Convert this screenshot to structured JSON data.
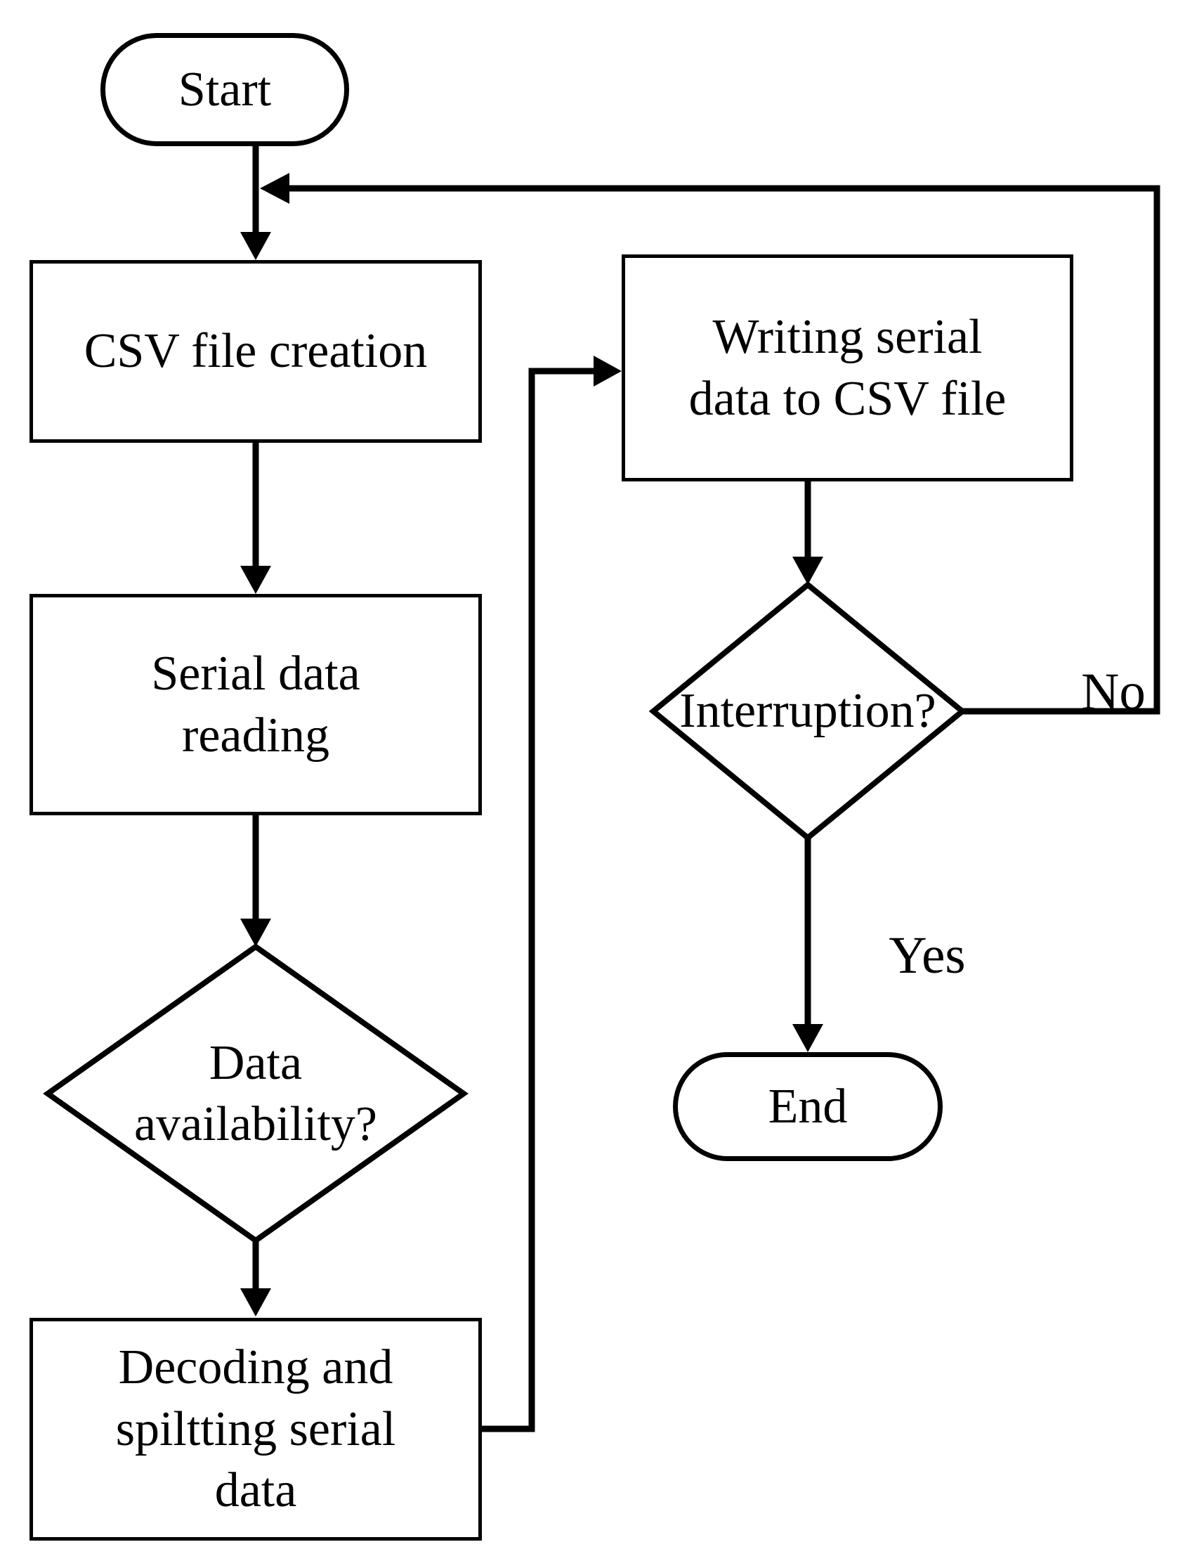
{
  "diagram": {
    "type": "flowchart",
    "background_color": "#ffffff",
    "stroke_color": "#000000",
    "text_color": "#000000",
    "nodes": {
      "start": {
        "type": "terminator",
        "label": "Start"
      },
      "csv_creation": {
        "type": "process",
        "label": "CSV file creation"
      },
      "serial_reading": {
        "type": "process",
        "line1": "Serial data",
        "line2": "reading"
      },
      "data_availability": {
        "type": "decision",
        "line1": "Data",
        "line2": "availability?"
      },
      "decoding": {
        "type": "process",
        "line1": "Decoding and",
        "line2": "spiltting serial",
        "line3": "data"
      },
      "writing": {
        "type": "process",
        "line1": "Writing serial",
        "line2": "data to CSV file"
      },
      "interruption": {
        "type": "decision",
        "label": "Interruption?"
      },
      "end": {
        "type": "terminator",
        "label": "End"
      }
    },
    "edge_labels": {
      "no": "No",
      "yes": "Yes"
    },
    "edges": [
      {
        "from": "start",
        "to": "csv_creation",
        "label": ""
      },
      {
        "from": "csv_creation",
        "to": "serial_reading",
        "label": ""
      },
      {
        "from": "serial_reading",
        "to": "data_availability",
        "label": ""
      },
      {
        "from": "data_availability",
        "to": "decoding",
        "label": ""
      },
      {
        "from": "decoding",
        "to": "writing",
        "label": ""
      },
      {
        "from": "writing",
        "to": "interruption",
        "label": ""
      },
      {
        "from": "interruption",
        "to": "csv_creation",
        "label": "No"
      },
      {
        "from": "interruption",
        "to": "end",
        "label": "Yes"
      }
    ]
  }
}
